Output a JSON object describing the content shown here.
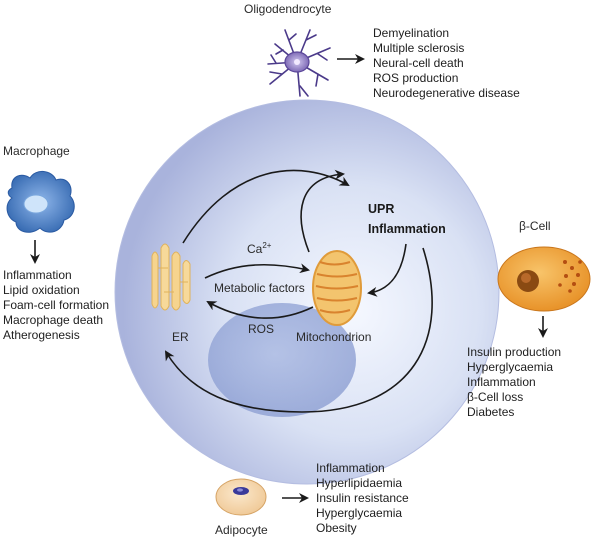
{
  "oligodendrocyte": {
    "label": "Oligodendrocyte",
    "effects": [
      "Demyelination",
      "Multiple sclerosis",
      "Neural-cell death",
      "ROS production",
      "Neurodegenerative disease"
    ]
  },
  "macrophage": {
    "label": "Macrophage",
    "effects": [
      "Inflammation",
      "Lipid oxidation",
      "Foam-cell formation",
      "Macrophage death",
      "Atherogenesis"
    ]
  },
  "beta_cell": {
    "label": "β-Cell",
    "effects": [
      "Insulin production",
      "Hyperglycaemia",
      "Inflammation",
      "β-Cell loss",
      "Diabetes"
    ]
  },
  "adipocyte": {
    "label": "Adipocyte",
    "effects": [
      "Inflammation",
      "Hyperlipidaemia",
      "Insulin resistance",
      "Hyperglycaemia",
      "Obesity"
    ]
  },
  "central_cell": {
    "upr": "UPR",
    "inflammation": "Inflammation",
    "er": "ER",
    "mitochondrion": "Mitochondrion",
    "ca_base": "Ca",
    "ca_sup": "2+",
    "metabolic": "Metabolic factors",
    "ros": "ROS"
  },
  "colors": {
    "cell_outer": "#aab4dc",
    "cell_inner": "#e6ecf8",
    "nucleus": "#8fa3d6",
    "er": "#f7d99a",
    "mito": "#f2c26a",
    "beta_cell": "#ef9f2e",
    "macrophage": "#3e72b8",
    "oligodendrocyte": "#6a54a6",
    "adipocyte": "#f3d2a4"
  }
}
